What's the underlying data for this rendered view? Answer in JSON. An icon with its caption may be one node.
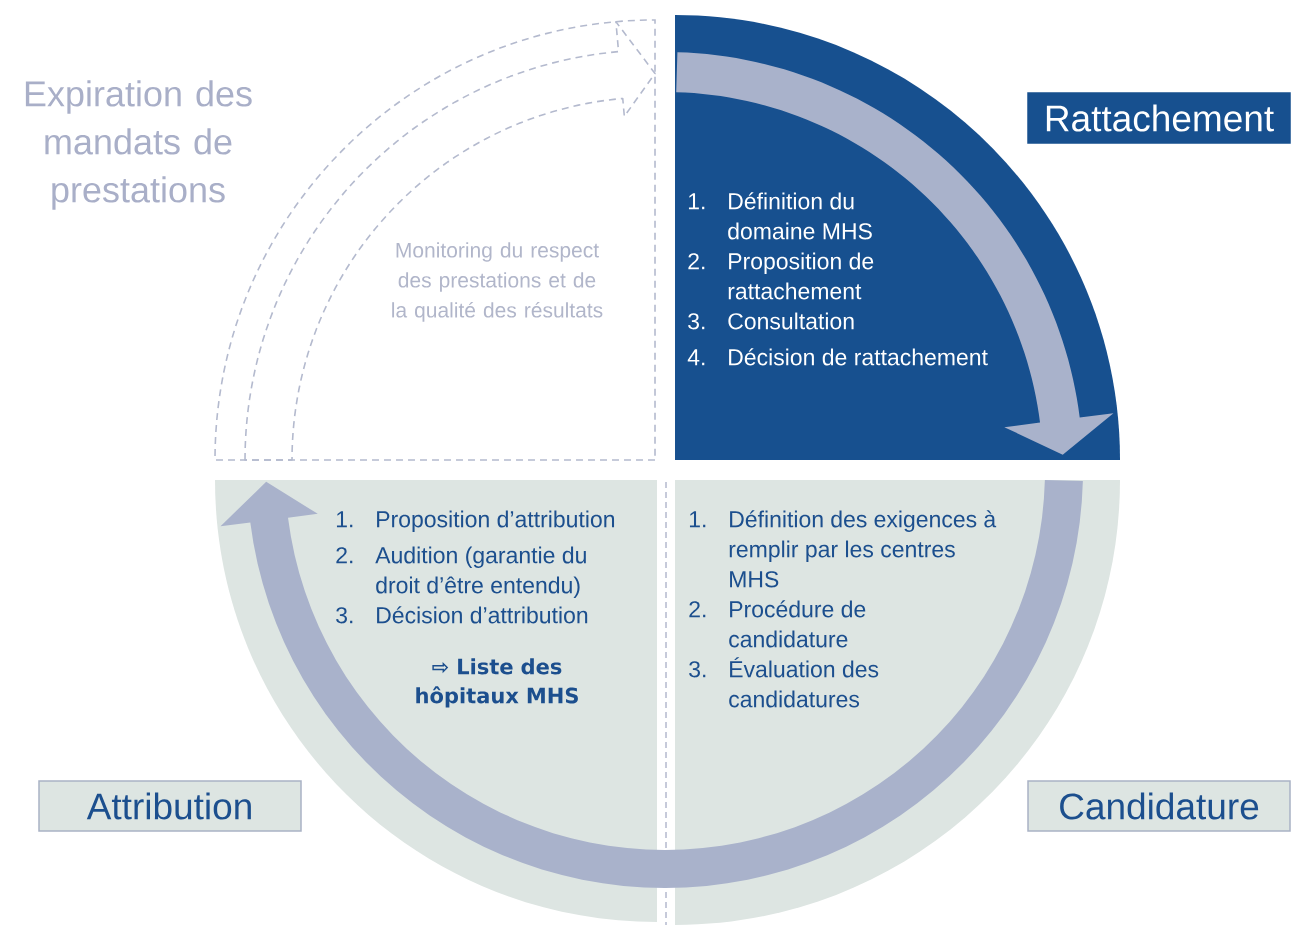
{
  "diagram": {
    "nodes": [
      {
        "text": [
          "Expiration des mandats de prestations",
          "Monitoring du respect des prestations et de la qualité des résultats"
        ]
      },
      {
        "text": [
          "Rattachement"
        ]
      },
      {
        "text": [
          "1.",
          "Définition du domaine MHS",
          "2.",
          "Proposition de rattachement",
          "3.",
          "Consultation",
          "4.",
          "Décision de rattachement"
        ]
      },
      {
        "text": [
          "1.",
          "Proposition d’attribution",
          "2.",
          "Audition (garantie du droit d’être entendu)",
          "3.",
          "Décision d’attribution",
          "⇨ Liste des hôpitaux MHS"
        ]
      },
      {
        "text": [
          "1.",
          "Définition des exigences à remplir par les centres MHS",
          "2.",
          "Procédure de candidature",
          "3.",
          "Évaluation des candidatures"
        ]
      },
      {
        "text": [
          "Attribution"
        ]
      },
      {
        "text": [
          "Candidature"
        ]
      }
    ],
    "edges": [
      {
        "from": 0,
        "to": 2,
        "arrow": "to",
        "style": "dashed"
      },
      {
        "from": 2,
        "to": 4,
        "arrow": "to"
      },
      {
        "from": 4,
        "to": 0,
        "arrow": "to"
      }
    ]
  }
}
